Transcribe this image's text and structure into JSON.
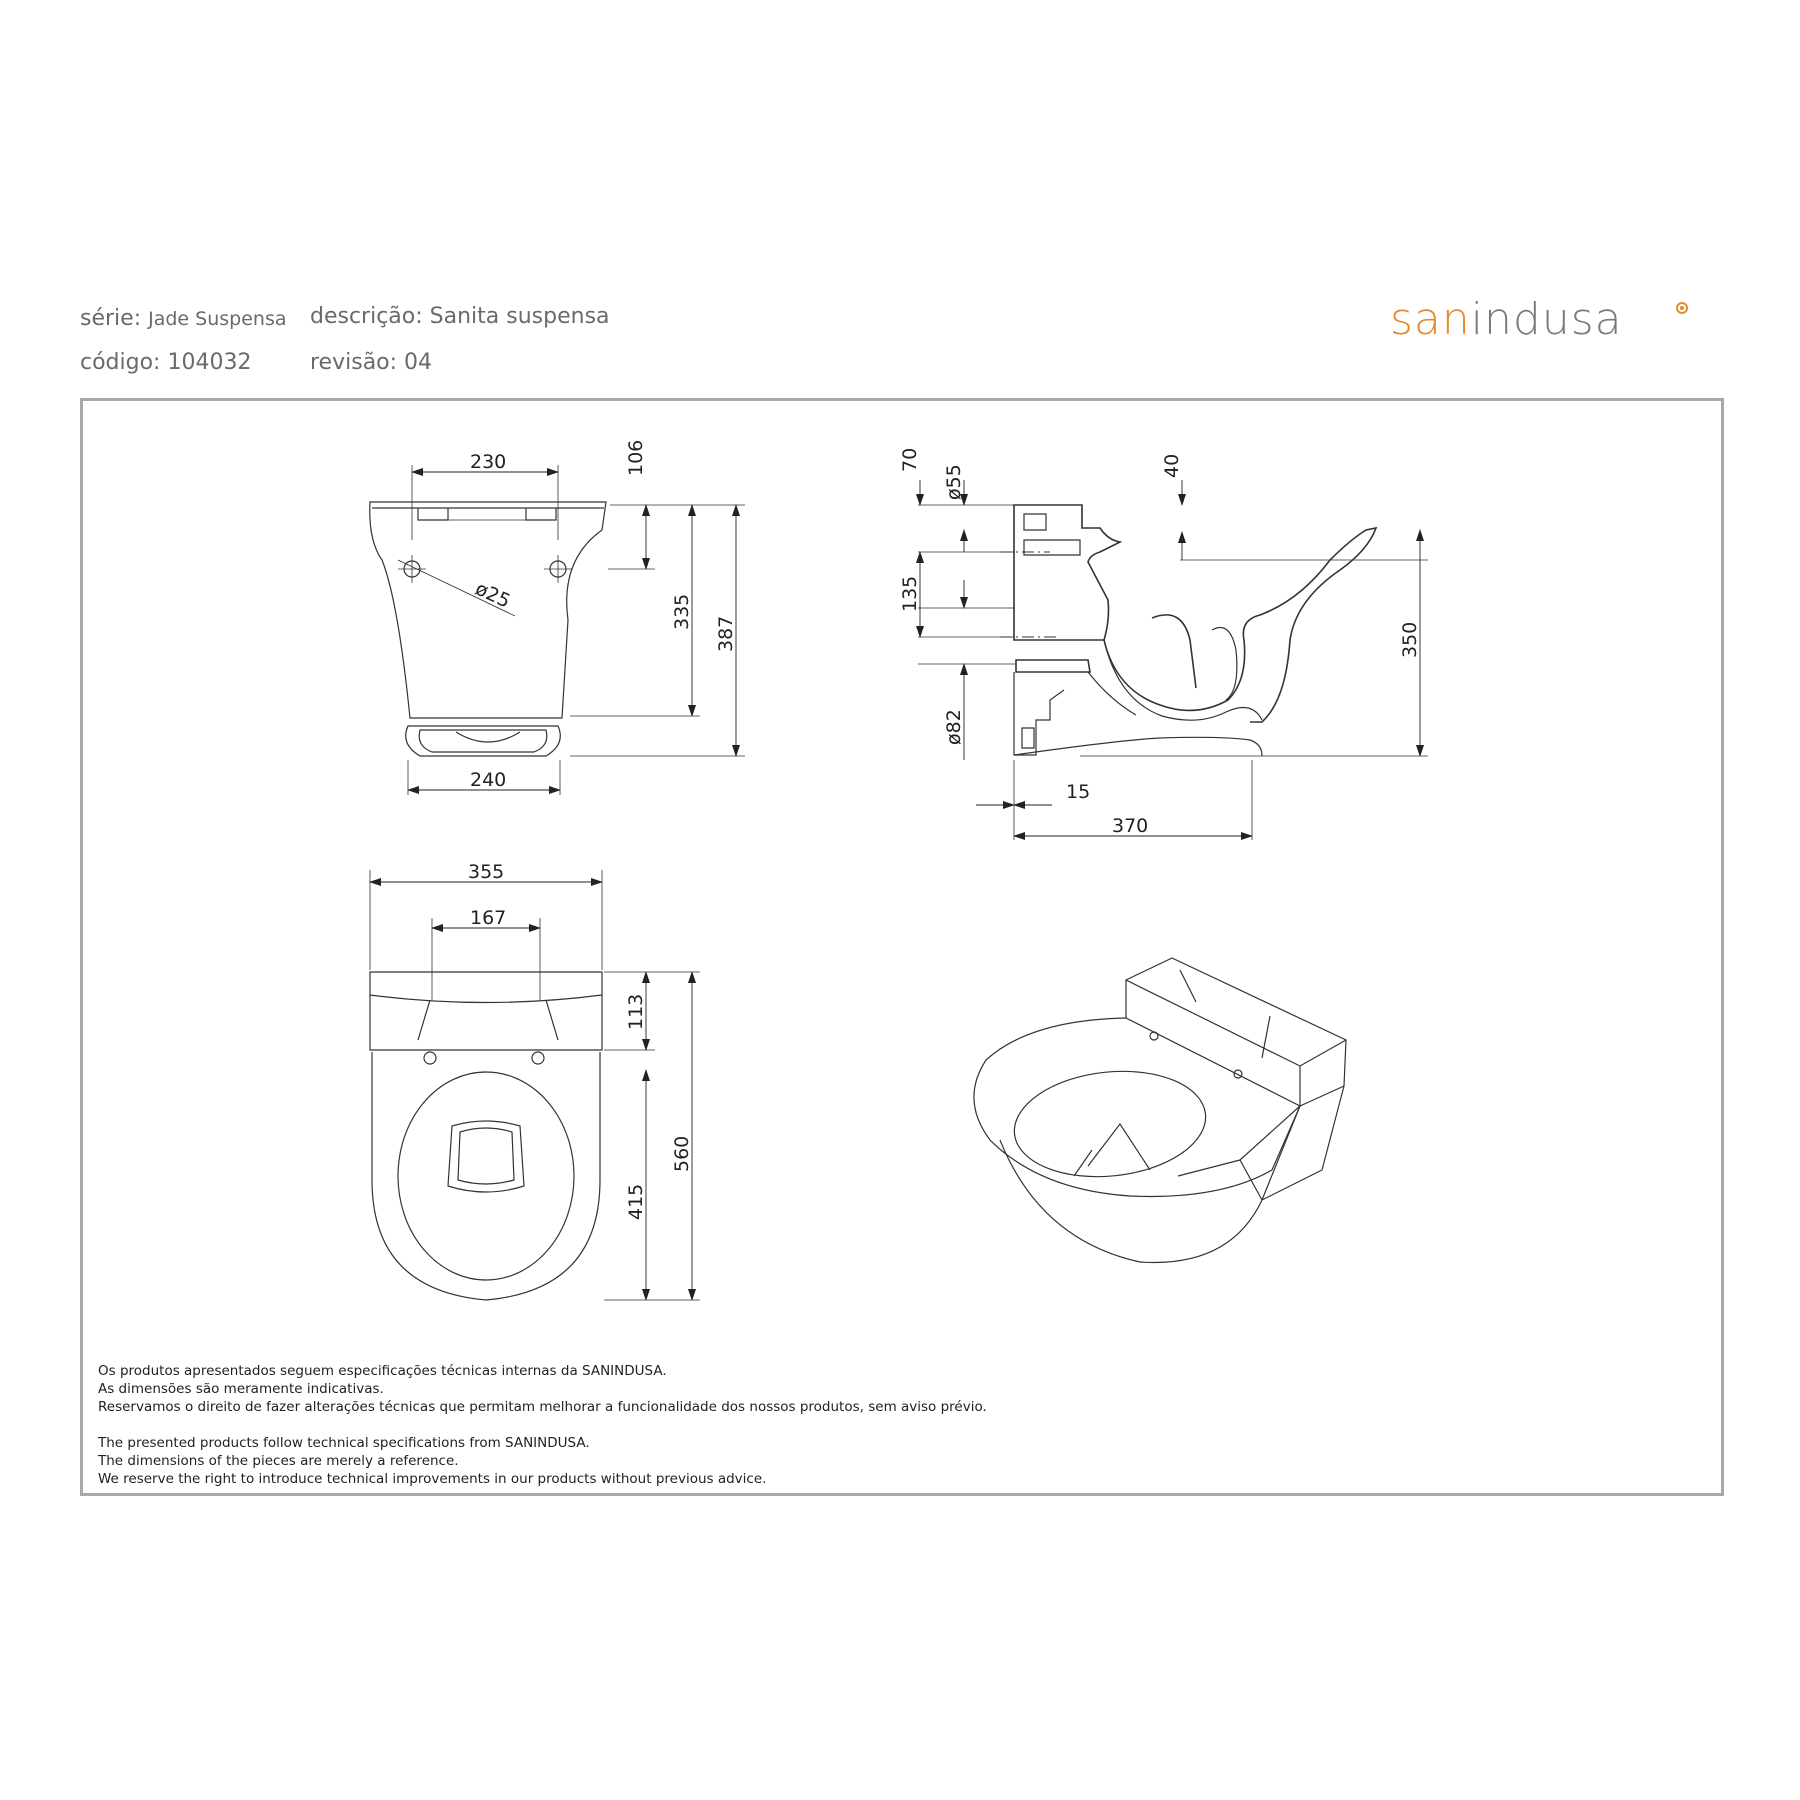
{
  "header": {
    "serie_label": "série:",
    "serie_value": "Jade Suspensa",
    "descricao_label": "descrição:",
    "descricao_value": "Sanita suspensa",
    "codigo_label": "código:",
    "codigo_value": "104032",
    "revisao_label": "revisão:",
    "revisao_value": "04"
  },
  "brand": {
    "logo_part1": "san",
    "logo_part2": "indusa",
    "accent_color": "#e8892b"
  },
  "dimensions": {
    "front_top_width": "230",
    "front_top_height": "106",
    "front_hole_diameter": "ø25",
    "front_height_inner": "335",
    "front_height_total": "387",
    "front_bottom_width": "240",
    "side_top_offset": "70",
    "side_inlet_diameter": "ø55",
    "side_rim_depth": "40",
    "side_inlet_spacing": "135",
    "side_outlet_diameter": "ø82",
    "side_height": "350",
    "side_wall_gap": "15",
    "side_depth": "370",
    "top_width": "355",
    "top_hole_spacing": "167",
    "top_back_depth": "113",
    "top_bowl_depth": "415",
    "top_total_depth": "560"
  },
  "notes": {
    "pt": [
      "Os produtos apresentados seguem especificações técnicas internas da SANINDUSA.",
      "As dimensões são meramente indicativas.",
      "Reservamos o direito de fazer alterações técnicas que permitam melhorar a funcionalidade dos nossos produtos, sem aviso prévio."
    ],
    "en": [
      "The presented products follow technical specifications from SANINDUSA.",
      "The dimensions of the pieces are merely a reference.",
      "We reserve the right to introduce technical improvements in our products without previous advice."
    ]
  }
}
